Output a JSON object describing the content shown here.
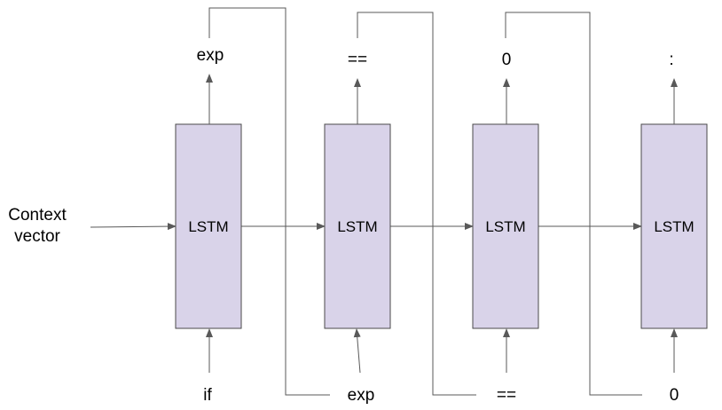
{
  "diagram": {
    "context_label_line1": "Context",
    "context_label_line2": "vector",
    "cells": [
      {
        "label": "LSTM",
        "input": "if",
        "output": "exp"
      },
      {
        "label": "LSTM",
        "input": "exp",
        "output": "=="
      },
      {
        "label": "LSTM",
        "input": "==",
        "output": "0"
      },
      {
        "label": "LSTM",
        "input": "0",
        "output": ":"
      }
    ],
    "colors": {
      "cell_fill": "#d9d3e9",
      "cell_stroke": "#4a4a4a",
      "line": "#595959",
      "text": "#000000"
    }
  }
}
